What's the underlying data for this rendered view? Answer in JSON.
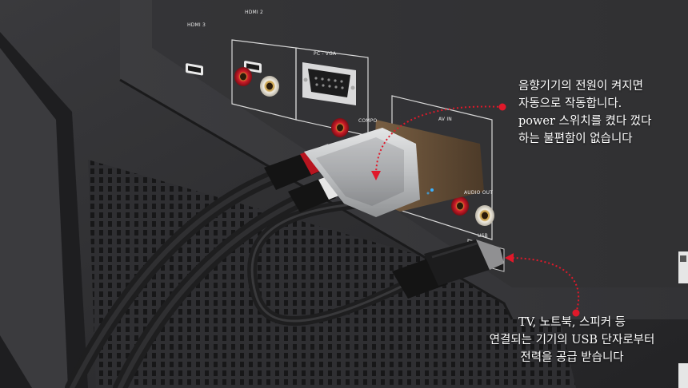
{
  "panel": {
    "port_labels": {
      "hdmi3": "HDMI 3",
      "hdmi2": "HDMI 2",
      "pc_vga": "PC - VGA",
      "component": "COMPO",
      "av_in": "AV IN",
      "audio_out": "AUDIO OUT",
      "usb": "USB"
    }
  },
  "callouts": {
    "top": {
      "lines": [
        "음향기기의 전원이 켜지면",
        "자동으로 작동합니다.",
        "power 스위치를 켰다 껐다",
        "하는 불편함이 없습니다"
      ]
    },
    "bottom": {
      "lines": [
        "TV, 노트북, 스피커 등",
        "연결되는 기기의 USB 단자로부터",
        "전력을 공급 받습니다"
      ]
    }
  },
  "colors": {
    "arrow": "#e0192a",
    "panel": "#3a3a3d",
    "tv_body": "#2b2b2e",
    "adapter_shell": "#c9cbcd",
    "adapter_wood": "#6a5238"
  }
}
